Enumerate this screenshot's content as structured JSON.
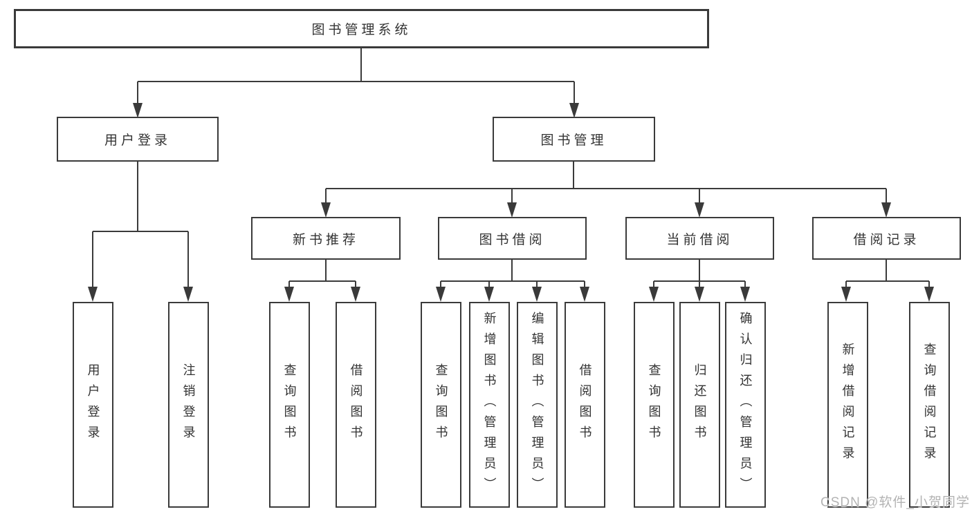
{
  "diagram": {
    "root": {
      "label": "图书管理系统"
    },
    "branches": [
      {
        "label": "用户登录",
        "children": [
          {
            "label": "用户登录"
          },
          {
            "label": "注销登录"
          }
        ]
      },
      {
        "label": "图书管理",
        "children": [
          {
            "label": "新书推荐",
            "children": [
              {
                "label": "查询图书"
              },
              {
                "label": "借阅图书"
              }
            ]
          },
          {
            "label": "图书借阅",
            "children": [
              {
                "label": "查询图书"
              },
              {
                "label": "新增图书（管理员）"
              },
              {
                "label": "编辑图书（管理员）"
              },
              {
                "label": "借阅图书"
              }
            ]
          },
          {
            "label": "当前借阅",
            "children": [
              {
                "label": "查询图书"
              },
              {
                "label": "归还图书"
              },
              {
                "label": "确认归还（管理员）"
              }
            ]
          },
          {
            "label": "借阅记录",
            "children": [
              {
                "label": "新增借阅记录"
              },
              {
                "label": "查询借阅记录"
              }
            ]
          }
        ]
      }
    ]
  },
  "watermark": {
    "text": "CSDN @软件_小贺同学"
  },
  "colors": {
    "line": "#3a3a3a",
    "box_border": "#3a3a3a",
    "box_background": "#ffffff",
    "text": "#333333",
    "watermark": "#b3b3b3",
    "background": "#ffffff"
  }
}
